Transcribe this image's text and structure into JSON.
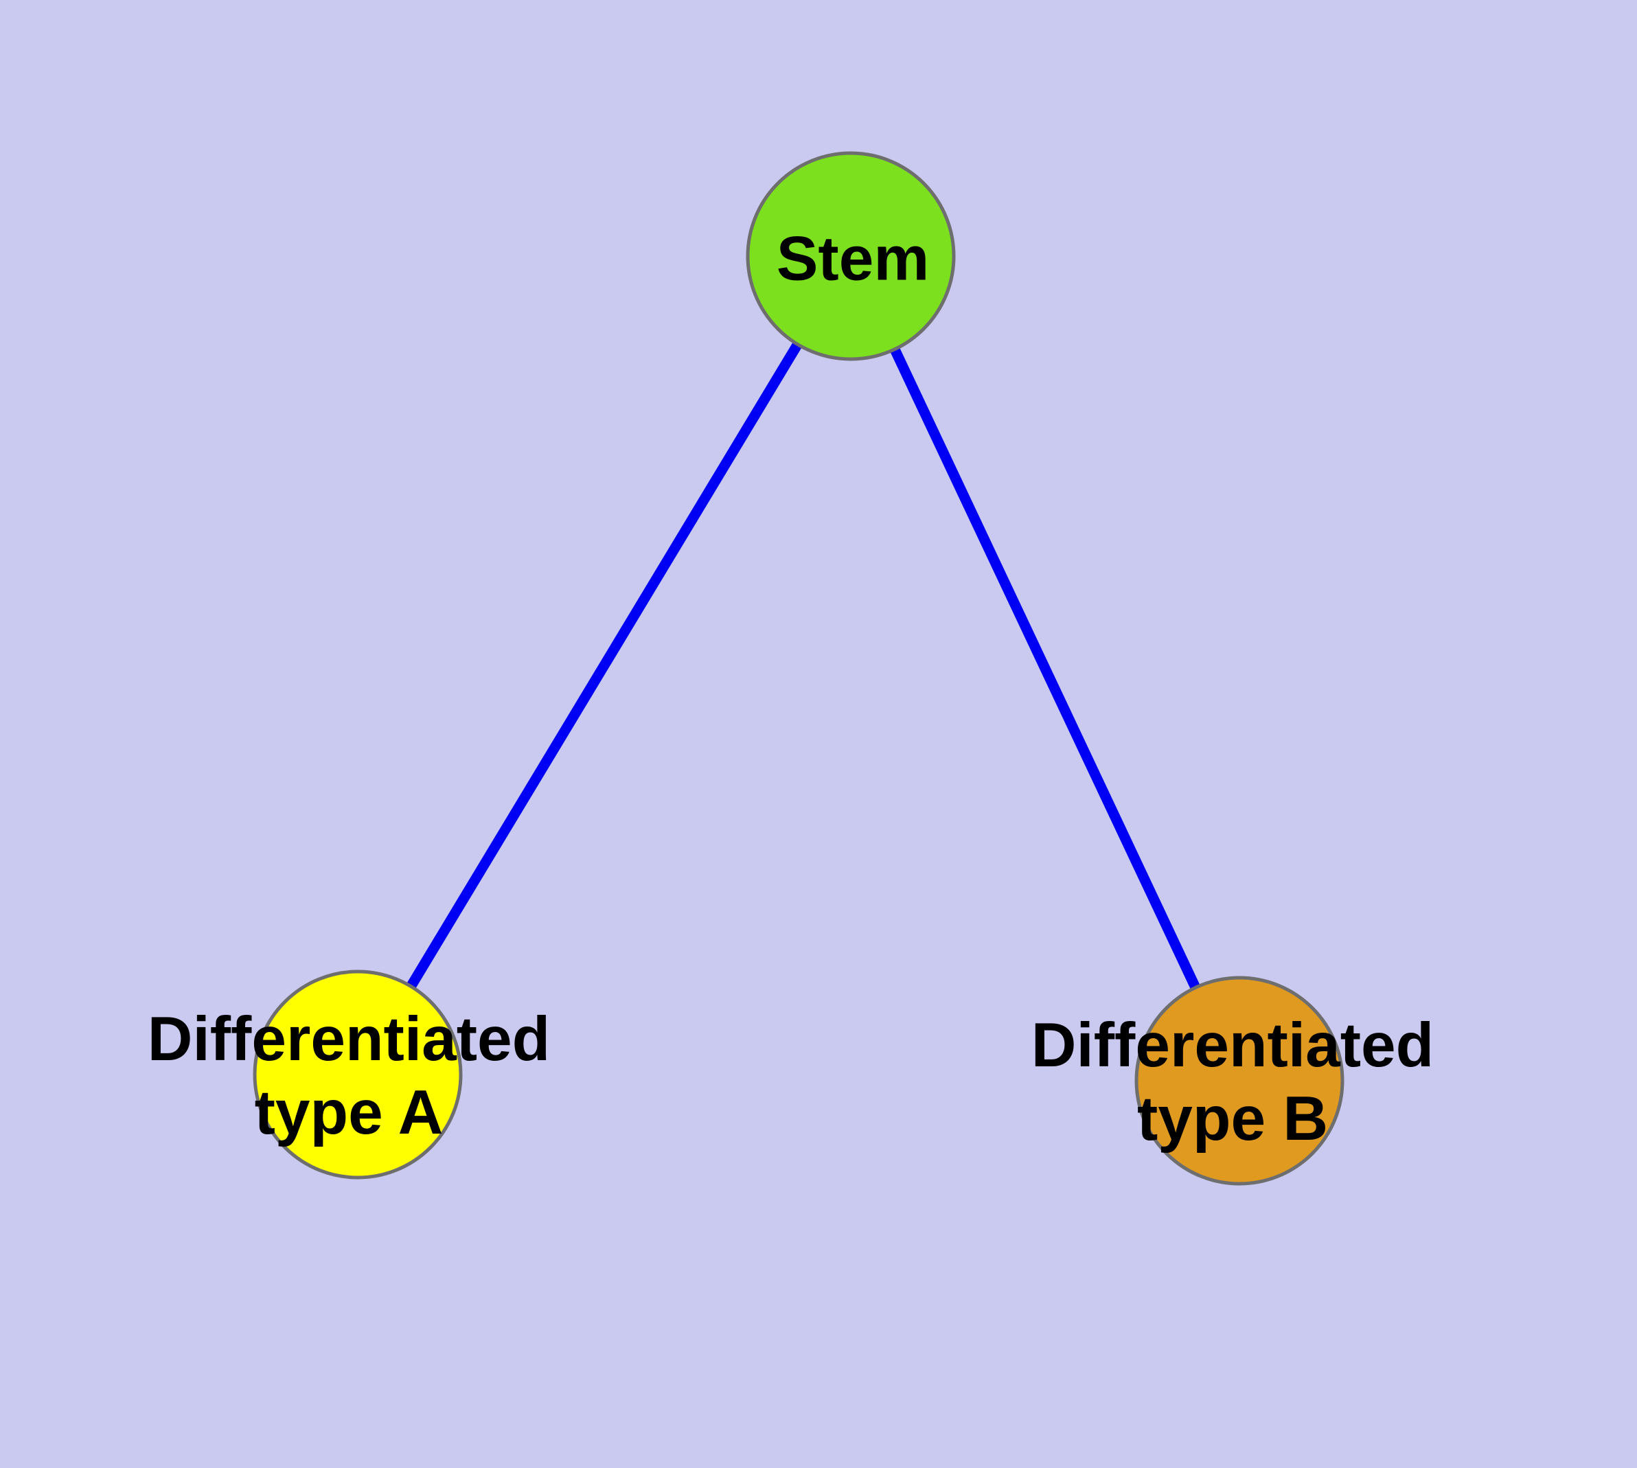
{
  "diagram": {
    "kind": "node-link graph",
    "nodes": {
      "stem": {
        "label": "Stem"
      },
      "type_a": {
        "label_line1": "Differentiated",
        "label_line2": "type A",
        "label_full": "Differentiated type A"
      },
      "type_b": {
        "label_line1": "Differentiated",
        "label_line2": "type B",
        "label_full": "Differentiated type B"
      }
    },
    "edges": [
      {
        "from": "Stem",
        "to": "Differentiated type A"
      },
      {
        "from": "Stem",
        "to": "Differentiated type B"
      }
    ]
  },
  "colors": {
    "background": "#cacaf1",
    "edge_blue": "#0000f4",
    "node_border_gray": "#6e6e6e",
    "stem_fill": "#7de01e",
    "type_a_fill": "#ffff00",
    "type_b_fill": "#e09a20",
    "label_text": "#000000"
  }
}
